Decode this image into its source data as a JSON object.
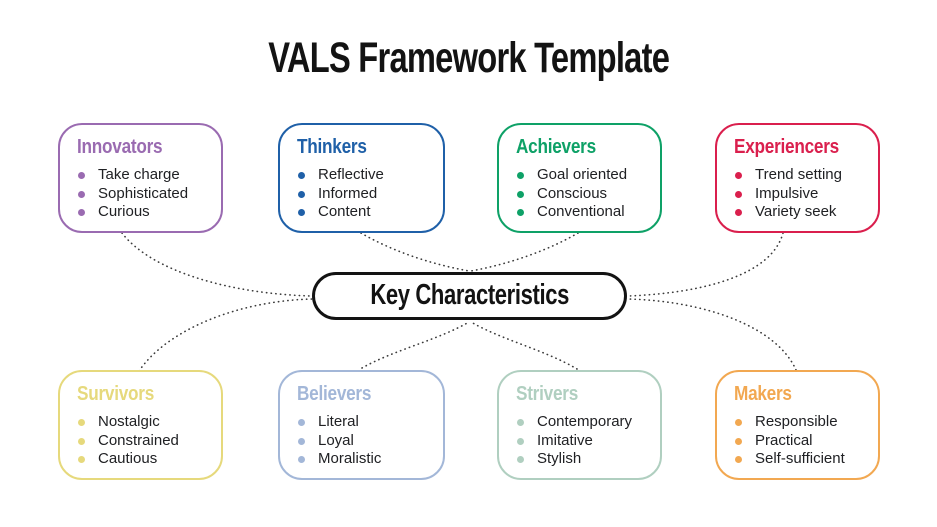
{
  "title": "VALS Framework Template",
  "center": {
    "label": "Key Characteristics",
    "border_color": "#131313"
  },
  "connector_color": "#3b3b3b",
  "background_color": "#ffffff",
  "body_text_color": "#202124",
  "segments": [
    {
      "title": "Innovators",
      "color": "#9A6BB1",
      "traits": [
        "Take charge",
        "Sophisticated",
        "Curious"
      ]
    },
    {
      "title": "Thinkers",
      "color": "#1F60A8",
      "traits": [
        "Reflective",
        "Informed",
        "Content"
      ]
    },
    {
      "title": "Achievers",
      "color": "#0EA167",
      "traits": [
        "Goal oriented",
        "Conscious",
        "Conventional"
      ]
    },
    {
      "title": "Experiencers",
      "color": "#DA1F4D",
      "traits": [
        "Trend setting",
        "Impulsive",
        "Variety seek"
      ]
    },
    {
      "title": "Survivors",
      "color": "#E6D97C",
      "traits": [
        "Nostalgic",
        "Constrained",
        "Cautious"
      ]
    },
    {
      "title": "Believers",
      "color": "#A3B7D8",
      "traits": [
        "Literal",
        "Loyal",
        "Moralistic"
      ]
    },
    {
      "title": "Strivers",
      "color": "#B0CFC0",
      "traits": [
        "Contemporary",
        "Imitative",
        "Stylish"
      ]
    },
    {
      "title": "Makers",
      "color": "#F2A851",
      "traits": [
        "Responsible",
        "Practical",
        "Self-sufficient"
      ]
    }
  ]
}
